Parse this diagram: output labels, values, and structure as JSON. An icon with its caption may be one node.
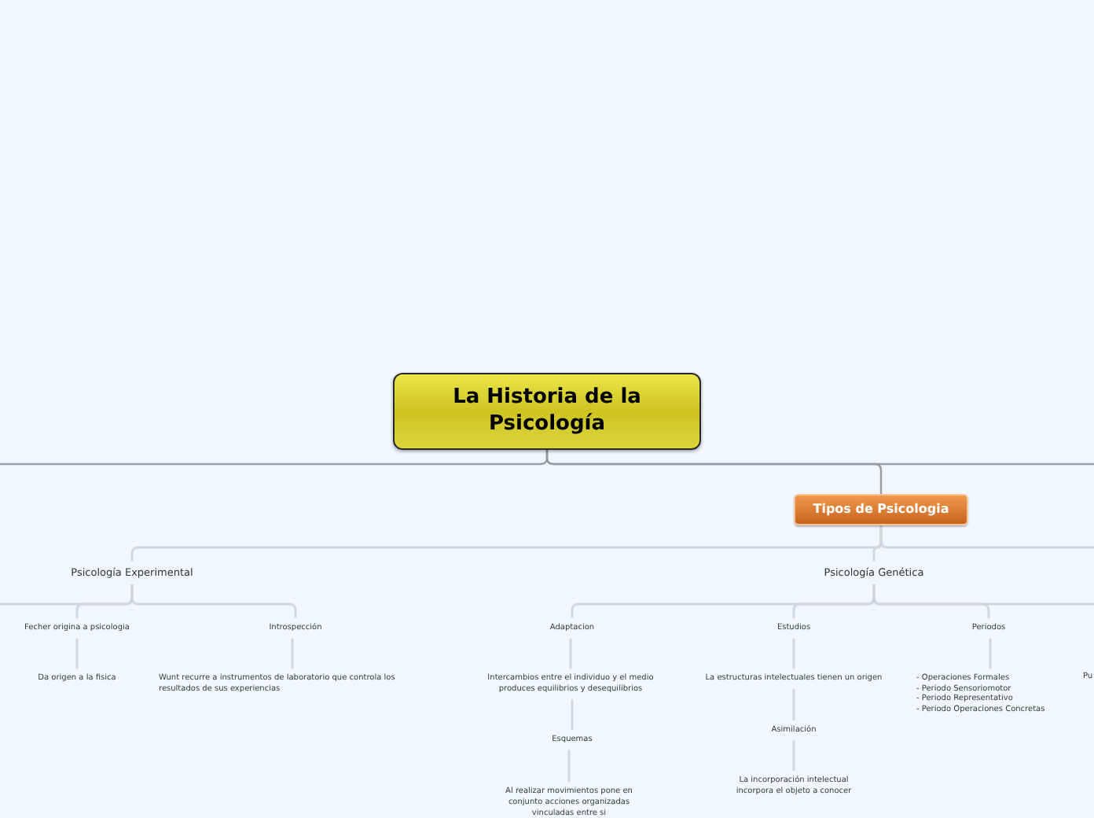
{
  "diagram": {
    "nodes": [
      {
        "text": [
          "La Historia de la Psicología"
        ]
      },
      {
        "text": [
          "Tipos de Psicologia"
        ]
      },
      {
        "text": [
          "Psicología Experimental"
        ]
      },
      {
        "text": [
          "Fecher origina a psicologia"
        ]
      },
      {
        "text": [
          "Da origen a la fisica"
        ]
      },
      {
        "text": [
          "Introspección"
        ]
      },
      {
        "text": [
          "Wunt recurre a instrumentos de laboratorio que controla los resultados de sus experiencias"
        ]
      },
      {
        "text": [
          "Psicología Genética"
        ]
      },
      {
        "text": [
          "Adaptacion"
        ]
      },
      {
        "text": [
          "Intercambios entre el individuo y el medio produces equilibrios y desequilibrios"
        ]
      },
      {
        "text": [
          "Esquemas"
        ]
      },
      {
        "text": [
          "Al realizar movimientos pone en conjunto acciones organizadas vinculadas entre si"
        ]
      },
      {
        "text": [
          "Estudios"
        ]
      },
      {
        "text": [
          "La estructuras intelectuales tienen un origen"
        ]
      },
      {
        "text": [
          "Asimilación"
        ]
      },
      {
        "text": [
          "La incorporación intelectual incorpora el objeto a conocer"
        ]
      },
      {
        "text": [
          "Periodos"
        ]
      },
      {
        "text": [
          "- Operaciones Formales",
          "- Periodo Sensoriomotor",
          "- Periodo Representativo",
          "- Periodo Operaciones Concretas"
        ]
      }
    ],
    "edges": [
      {
        "from": 0,
        "to": 1,
        "arrow": "none",
        "color": "#9a9ca3"
      },
      {
        "from": 0,
        "to": null,
        "arrow": "none",
        "color": "#9a9ca3"
      },
      {
        "from": 0,
        "to": null,
        "arrow": "none",
        "color": "#9a9ca3"
      },
      {
        "from": 1,
        "to": 2,
        "arrow": "none"
      },
      {
        "from": 1,
        "to": 7,
        "arrow": "none"
      },
      {
        "from": 1,
        "to": null,
        "arrow": "none"
      },
      {
        "from": 2,
        "to": null,
        "arrow": "none"
      },
      {
        "from": 2,
        "to": 3,
        "arrow": "none"
      },
      {
        "from": 2,
        "to": 5,
        "arrow": "none"
      },
      {
        "from": 3,
        "to": 4,
        "arrow": "none"
      },
      {
        "from": 5,
        "to": 6,
        "arrow": "none"
      },
      {
        "from": 7,
        "to": 8,
        "arrow": "none"
      },
      {
        "from": 7,
        "to": 12,
        "arrow": "none"
      },
      {
        "from": 7,
        "to": 16,
        "arrow": "none"
      },
      {
        "from": 7,
        "to": null,
        "arrow": "none"
      },
      {
        "from": 8,
        "to": 9,
        "arrow": "none"
      },
      {
        "from": 9,
        "to": 10,
        "arrow": "none"
      },
      {
        "from": 10,
        "to": 11,
        "arrow": "none"
      },
      {
        "from": 12,
        "to": 13,
        "arrow": "none"
      },
      {
        "from": 13,
        "to": 14,
        "arrow": "none"
      },
      {
        "from": 14,
        "to": 15,
        "arrow": "none"
      },
      {
        "from": 16,
        "to": 17,
        "arrow": "none"
      }
    ],
    "labels": [
      "Pu"
    ]
  }
}
